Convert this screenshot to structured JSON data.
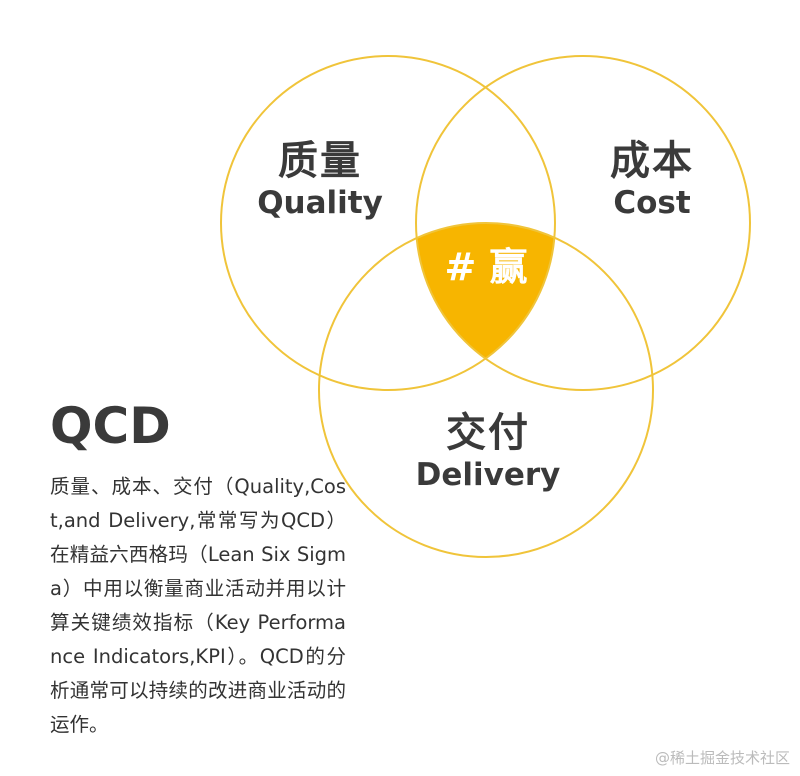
{
  "diagram": {
    "type": "venn",
    "colors": {
      "outline": "#f0c43a",
      "highlight": "#f7b500",
      "text": "#3a3a3a"
    },
    "circles": [
      {
        "id": "quality",
        "label_zh": "质量",
        "label_en": "Quality"
      },
      {
        "id": "cost",
        "label_zh": "成本",
        "label_en": "Cost"
      },
      {
        "id": "delivery",
        "label_zh": "交付",
        "label_en": "Delivery"
      }
    ],
    "center_label": "# 赢"
  },
  "title": "QCD",
  "description": "质量、成本、交付（Quality,Cost,and Delivery,常常写为QCD）在精益六西格玛（Lean Six Sigma）中用以衡量商业活动并用以计算关键绩效指标（Key Performance Indicators,KPI）。QCD的分析通常可以持续的改进商业活动的运作。",
  "watermark": "@稀土掘金技术社区"
}
